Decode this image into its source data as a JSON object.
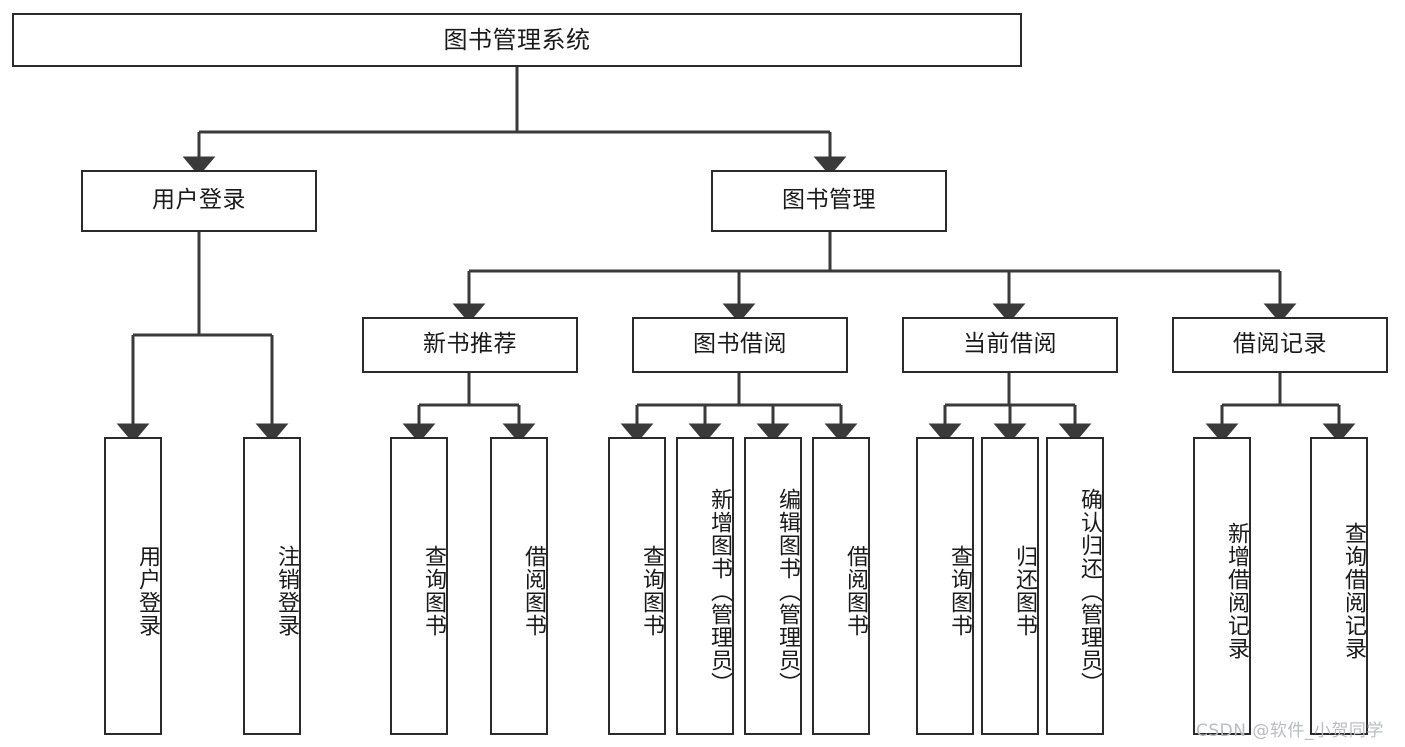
{
  "diagram": {
    "type": "tree-hierarchy",
    "title": "图书管理系统",
    "orientation": "top-down",
    "colors": {
      "box_border": "#2b2b2b",
      "box_fill": "#ffffff",
      "edge": "#3a3a3a",
      "text": "#1a1a1a",
      "watermark": "#b9bcc0"
    },
    "root": {
      "label": "图书管理系统"
    },
    "level2": [
      {
        "id": "user-login",
        "label": "用户登录"
      },
      {
        "id": "book-manage",
        "label": "图书管理"
      }
    ],
    "level3": [
      {
        "id": "new-book-recommend",
        "label": "新书推荐",
        "parent": "book-manage"
      },
      {
        "id": "book-borrow",
        "label": "图书借阅",
        "parent": "book-manage"
      },
      {
        "id": "current-borrow",
        "label": "当前借阅",
        "parent": "book-manage"
      },
      {
        "id": "borrow-record",
        "label": "借阅记录",
        "parent": "book-manage"
      }
    ],
    "leaves": {
      "user-login": [
        {
          "id": "leaf-user-login",
          "label": "用户登录"
        },
        {
          "id": "leaf-user-logout",
          "label": "注销登录"
        }
      ],
      "new-book-recommend": [
        {
          "id": "leaf-query-book-1",
          "label": "查询图书"
        },
        {
          "id": "leaf-borrow-book-1",
          "label": "借阅图书"
        }
      ],
      "book-borrow": [
        {
          "id": "leaf-query-book-2",
          "label": "查询图书"
        },
        {
          "id": "leaf-add-book",
          "label": "新增图书（管理员）"
        },
        {
          "id": "leaf-edit-book",
          "label": "编辑图书（管理员）"
        },
        {
          "id": "leaf-borrow-book-2",
          "label": "借阅图书"
        }
      ],
      "current-borrow": [
        {
          "id": "leaf-query-book-3",
          "label": "查询图书"
        },
        {
          "id": "leaf-return-book",
          "label": "归还图书"
        },
        {
          "id": "leaf-confirm-return",
          "label": "确认归还（管理员）"
        }
      ],
      "borrow-record": [
        {
          "id": "leaf-add-record",
          "label": "新增借阅记录"
        },
        {
          "id": "leaf-query-record",
          "label": "查询借阅记录"
        }
      ]
    },
    "watermark": "CSDN @软件_小贺同学"
  }
}
